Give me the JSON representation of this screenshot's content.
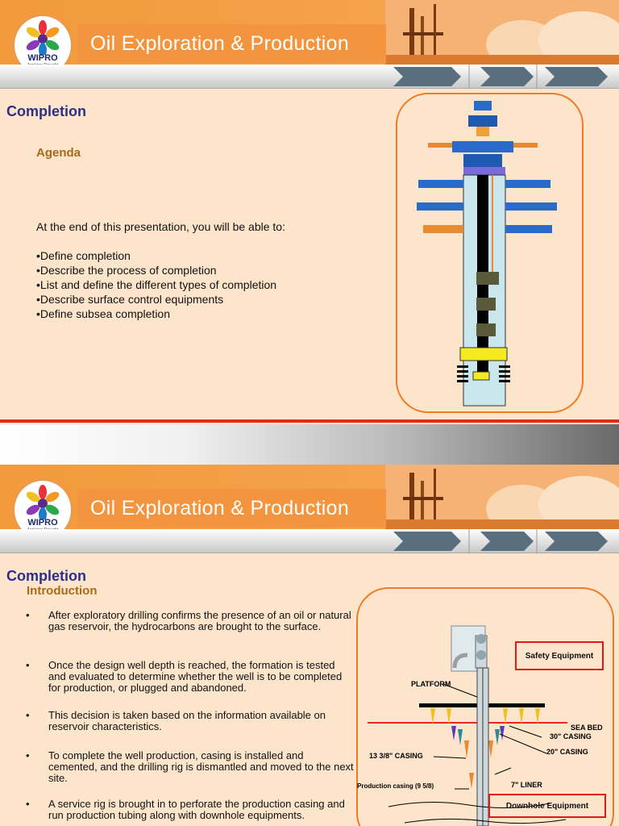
{
  "brand": {
    "logo_text": "WIPRO",
    "logo_tagline": "Applying Thought",
    "colors": {
      "orange": "#f3953e",
      "navy": "#2c2f8a",
      "red": "#e52a1a",
      "frame": "#ee7a24"
    }
  },
  "slide1": {
    "banner_title": "Oil Exploration & Production",
    "heading": "Completion",
    "agenda_label": "Agenda",
    "intro": "At the end of this presentation, you will be able to:",
    "objectives": [
      "•Define completion",
      "•Describe the process of completion",
      "•List and define the different types of completion",
      "•Describe surface control equipments",
      "•Define subsea completion"
    ]
  },
  "slide2": {
    "banner_title": "Oil Exploration & Production",
    "heading": "Completion",
    "subheading": "Introduction",
    "bullet_char": "•",
    "bullets": [
      "After exploratory drilling confirms the presence of an oil or natural gas reservoir, the hydrocarbons are brought to the surface.",
      "Once the design well depth is reached, the formation is tested and evaluated to determine whether the well is to be completed for production, or plugged and abandoned.",
      "This decision is taken based on the information available on reservoir characteristics.",
      "To complete the well production, casing is installed and cemented, and the drilling rig is dismantled and moved to the next site.",
      "A service rig is brought in to perforate the production casing and run production tubing along with downhole equipments."
    ],
    "diagram_labels": {
      "safety": "Safety Equipment",
      "platform": "PLATFORM",
      "sea_bed": "SEA BED",
      "casing_30": "30\" CASING",
      "casing_20": "20\" CASING",
      "casing_13": "13 3/8\" CASING",
      "production_casing": "Production casing (9 5/8)",
      "liner": "7\" LINER",
      "downhole": "Downhole Equipment"
    }
  }
}
